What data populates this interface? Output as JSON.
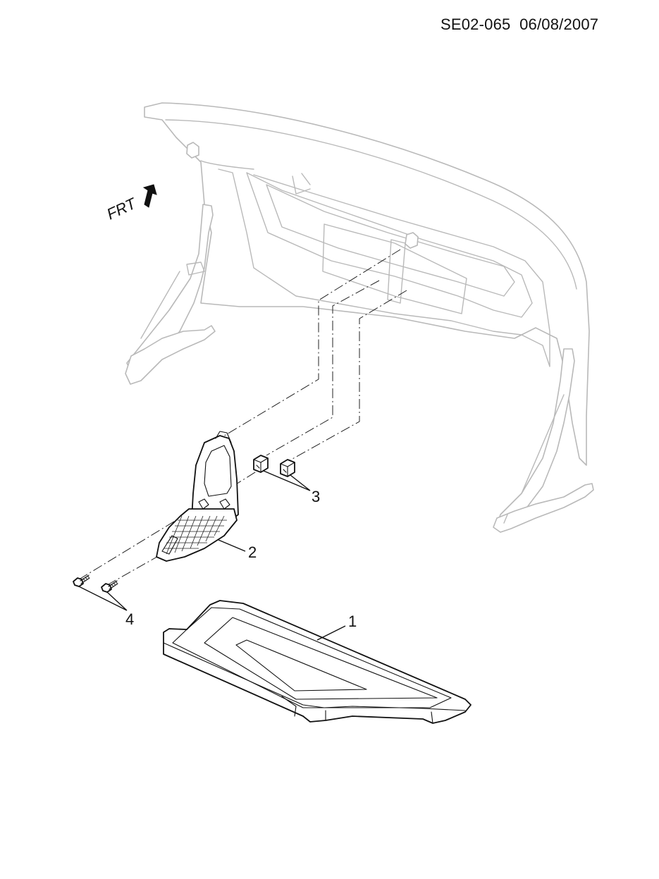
{
  "header": {
    "drawing_id": "SE02-065",
    "date": "06/08/2007"
  },
  "orientation": {
    "label": "FRT",
    "arrow_icon": "arrow-forward-icon"
  },
  "callouts": [
    {
      "number": "1"
    },
    {
      "number": "2"
    },
    {
      "number": "3"
    },
    {
      "number": "4"
    }
  ]
}
